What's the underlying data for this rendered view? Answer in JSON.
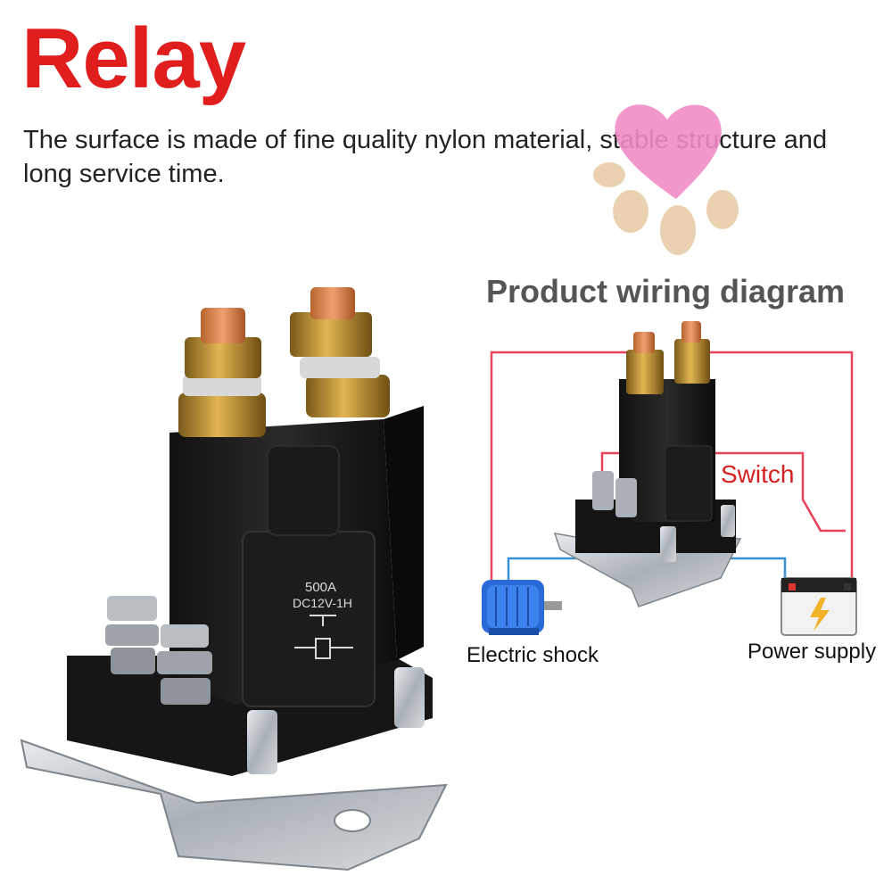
{
  "header": {
    "title": "Relay",
    "description": "The surface is made of fine quality nylon material, stable structure and long service time."
  },
  "product": {
    "rating": "500A",
    "model": "DC12V-1H"
  },
  "diagram": {
    "title": "Product wiring diagram",
    "switch_label": "Switch",
    "motor_label": "Electric shock",
    "power_label": "Power supply"
  },
  "colors": {
    "accent": "#e01e1e",
    "wire_red": "#e8415a",
    "wire_blue": "#3a8fd0"
  },
  "icons": [
    "heart-paw-logo",
    "motor-icon",
    "battery-icon",
    "lightning-icon"
  ]
}
